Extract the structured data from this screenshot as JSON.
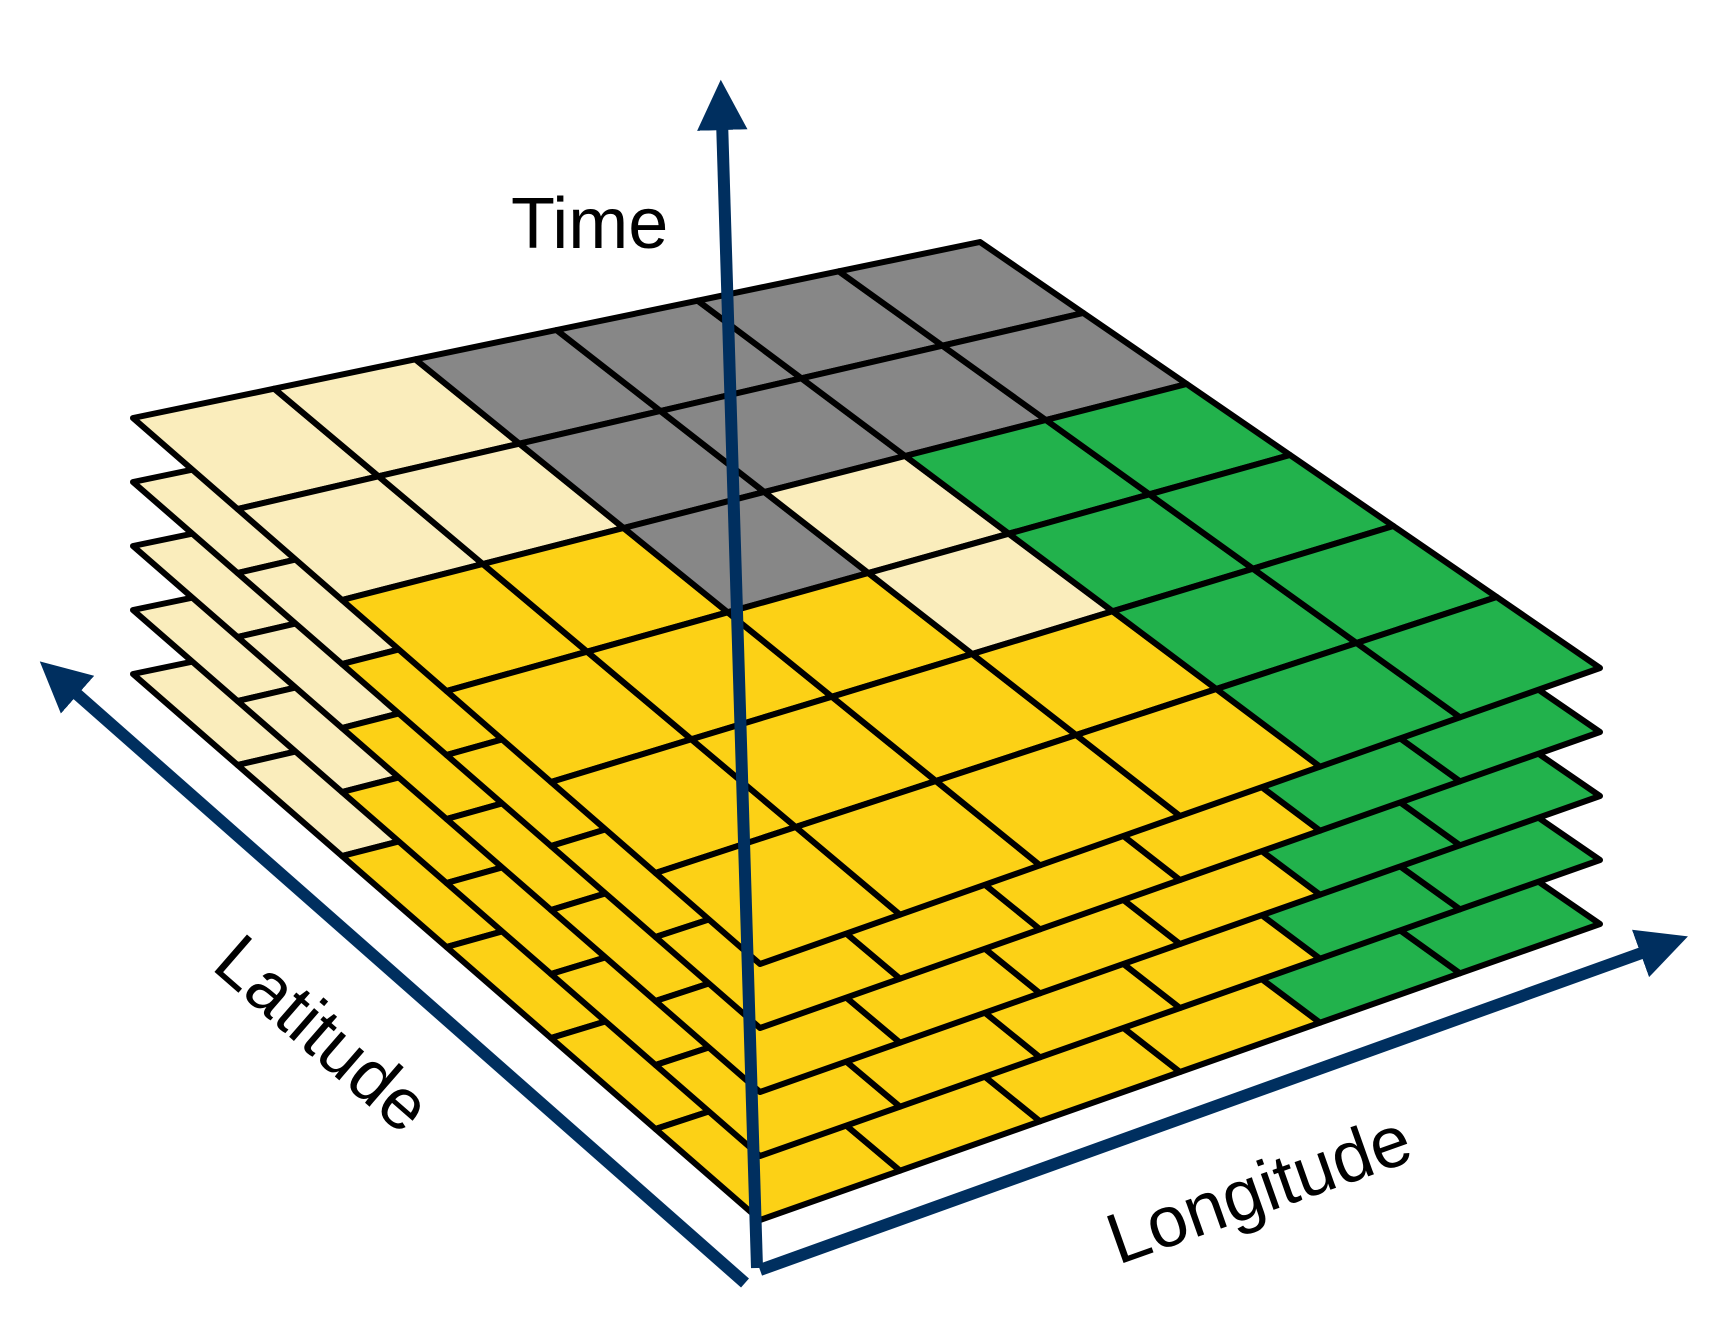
{
  "axes": {
    "time": "Time",
    "latitude": "Latitude",
    "longitude": "Longitude"
  },
  "colors": {
    "axis": "#002F5F",
    "grid_line": "#000000",
    "pale_yellow": "#FAEDBC",
    "yellow": "#FCD116",
    "gray": "#878787",
    "green": "#22B24C"
  },
  "stack": {
    "layer_count": 5,
    "rows": 6,
    "cols": 6,
    "top_layer_cells": [
      [
        "pale_yellow",
        "pale_yellow",
        "gray",
        "gray",
        "gray",
        "gray"
      ],
      [
        "pale_yellow",
        "pale_yellow",
        "gray",
        "gray",
        "gray",
        "gray"
      ],
      [
        "yellow",
        "yellow",
        "gray",
        "pale_yellow",
        "green",
        "green"
      ],
      [
        "yellow",
        "yellow",
        "yellow",
        "pale_yellow",
        "green",
        "green"
      ],
      [
        "yellow",
        "yellow",
        "yellow",
        "yellow",
        "green",
        "green"
      ],
      [
        "yellow",
        "yellow",
        "yellow",
        "yellow",
        "green",
        "green"
      ]
    ]
  }
}
